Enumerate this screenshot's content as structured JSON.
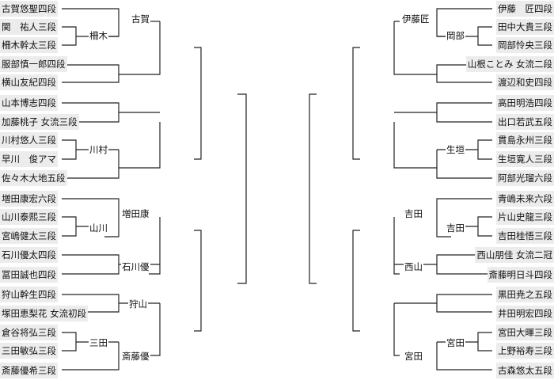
{
  "left_players": [
    "古賀悠聖四段",
    "関　祐人三段",
    "柵木幹太三段",
    "服部慎一郎四段",
    "横山友紀四段",
    "山本博志四段",
    "加藤桃子 女流三段",
    "川村悠人三段",
    "早川　俊アマ",
    "佐々木大地五段",
    "増田康宏六段",
    "山川泰熙三段",
    "宮嶋健太三段",
    "石川優太四段",
    "冨田誠也四段",
    "狩山幹生四段",
    "塚田恵梨花 女流初段",
    "倉谷将弘三段",
    "三田敏弘三段",
    "斎藤優希三段"
  ],
  "right_players": [
    "伊藤　匠四段",
    "田中大貴三段",
    "岡部怜央三段",
    "山根ことみ 女流二段",
    "渡辺和史四段",
    "高田明浩四段",
    "出口若武五段",
    "貫島永州三段",
    "生垣寛人三段",
    "阿部光瑠六段",
    "青嶋未来六段",
    "片山史龍三段",
    "吉田桂悟三段",
    "西山朋佳 女流二冠",
    "斎藤明日斗四段",
    "黒田尭之五段",
    "井田明宏四段",
    "宮田大暉三段",
    "上野裕寿三段",
    "古森悠太五段"
  ],
  "left_winners": {
    "koga": "古賀",
    "maseki": "柵木",
    "kawamura": "川村",
    "masuda": "増田康",
    "yamakawa": "山川",
    "ishikawa": "石川優",
    "kariyama": "狩山",
    "mita": "三田",
    "saito": "斎藤優"
  },
  "right_winners": {
    "ito": "伊藤匠",
    "okabe": "岡部",
    "ikegaki": "生垣",
    "yoshida_r2": "吉田",
    "yoshida_r1": "吉田",
    "nishiyama": "西山",
    "miyata_r2": "宮田",
    "miyata_r1": "宮田"
  }
}
